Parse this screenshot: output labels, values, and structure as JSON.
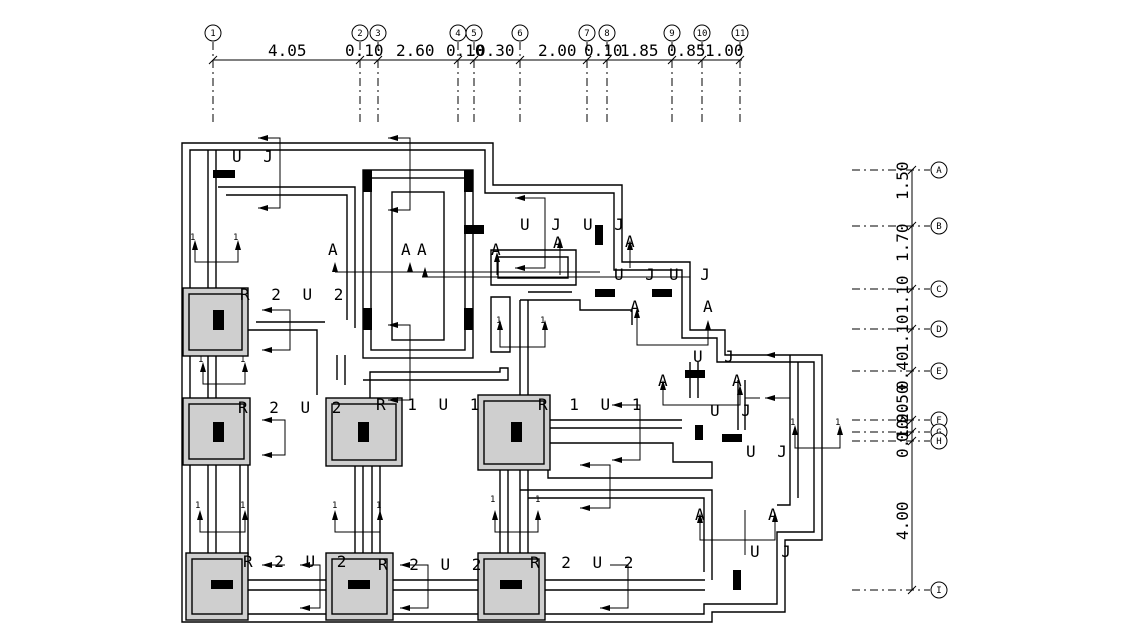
{
  "grid_top": {
    "bubbles": [
      "1",
      "2",
      "3",
      "4",
      "5",
      "6",
      "7",
      "8",
      "9",
      "10",
      "11"
    ],
    "dims": [
      "4.05",
      "0.10",
      "2.60",
      "0.10",
      "0.30",
      "2.00",
      "0.10",
      "1.85",
      "0.85",
      "1.00"
    ]
  },
  "grid_right": {
    "bubbles": [
      "A",
      "B",
      "C",
      "D",
      "E",
      "F",
      "G",
      "H",
      "I"
    ],
    "dims": [
      "1.50",
      "1.70",
      "1.10",
      "1.10",
      "0.40",
      "0.50",
      "0.20",
      "0.10",
      "4.00"
    ]
  },
  "labels": {
    "uj": "U J",
    "a": "A",
    "one": "1",
    "r2u2": "R 2  U 2",
    "r1u1": "R 1  U 1"
  },
  "colors": {
    "line": "#000000",
    "footing": "#cfcfcf"
  }
}
